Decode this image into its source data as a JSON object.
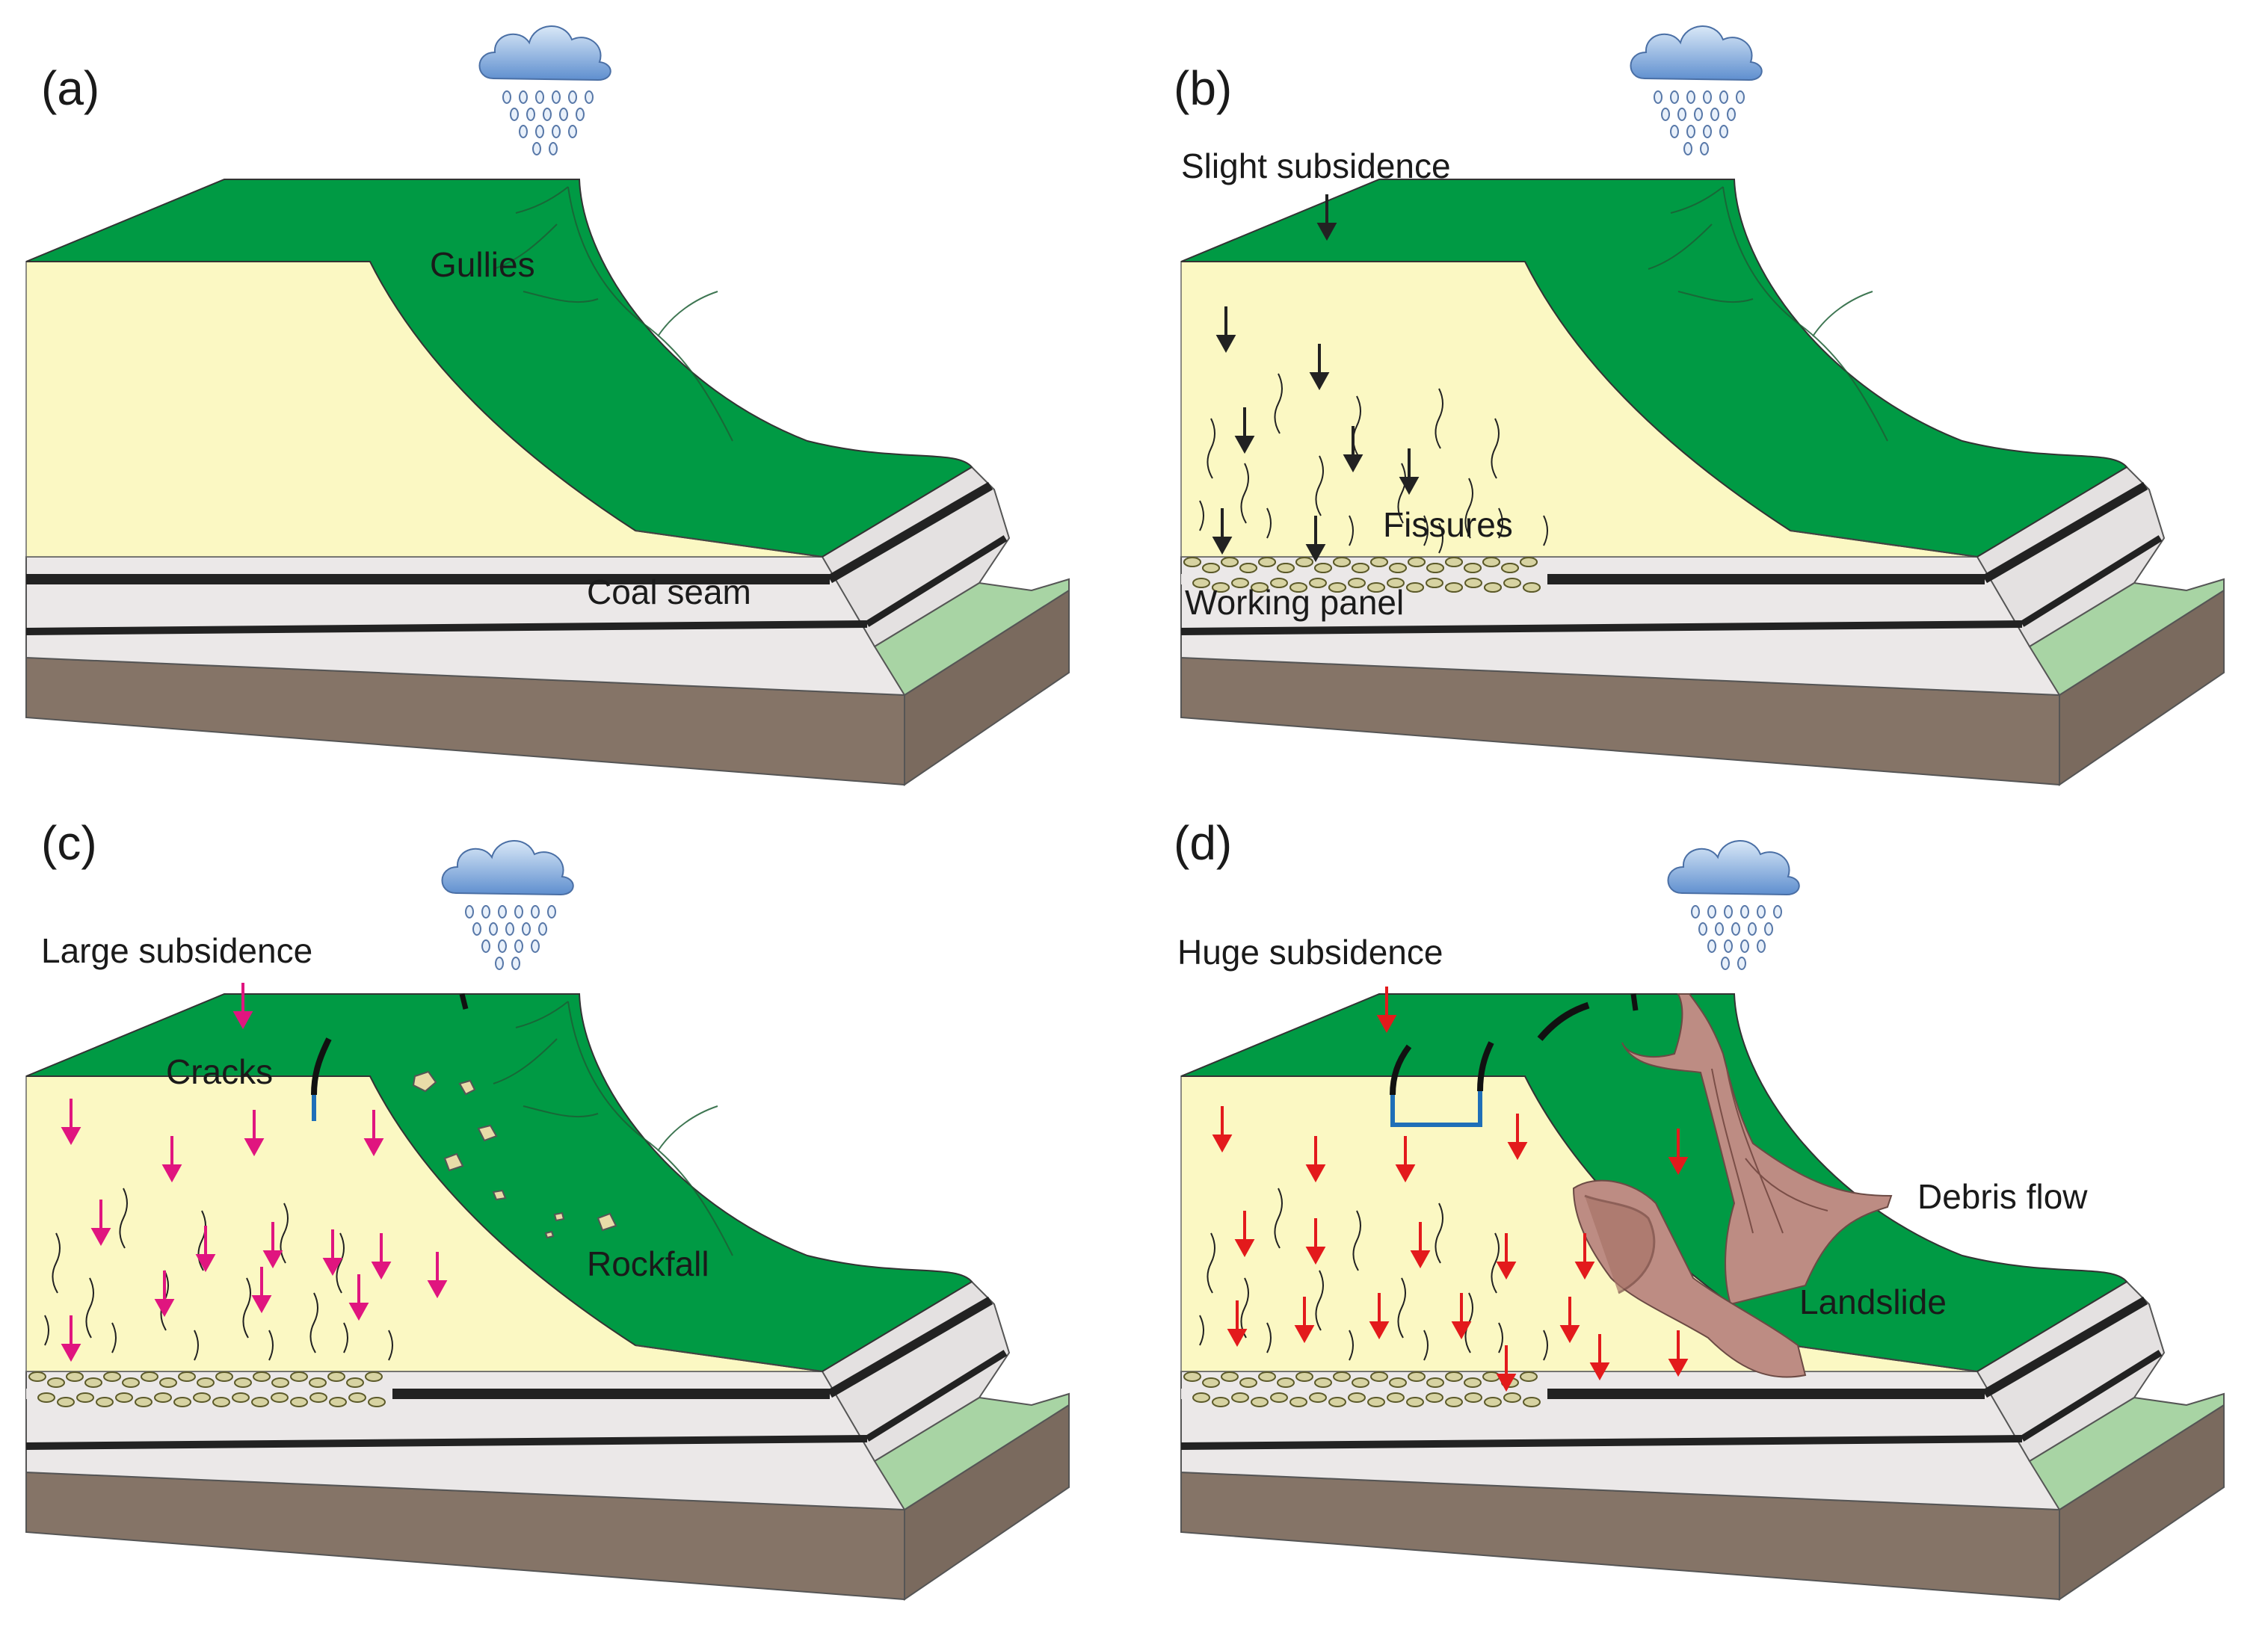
{
  "panels": [
    {
      "id": "a",
      "label": "(a)",
      "annotations": {
        "gullies": "Gullies",
        "coal_seam": "Coal seam"
      }
    },
    {
      "id": "b",
      "label": "(b)",
      "annotations": {
        "subsidence": "Slight subsidence",
        "fissures": "Fissures",
        "working_panel": "Working panel"
      }
    },
    {
      "id": "c",
      "label": "(c)",
      "annotations": {
        "subsidence": "Large subsidence",
        "cracks": "Cracks",
        "rockfall": "Rockfall"
      }
    },
    {
      "id": "d",
      "label": "(d)",
      "annotations": {
        "subsidence": "Huge subsidence",
        "debris_flow": "Debris flow",
        "landslide": "Landslide"
      }
    }
  ],
  "colors": {
    "vegetation": "#009a44",
    "loess": "#fbf8c3",
    "strata": "#ebe8e8",
    "coal": "#222222",
    "bedrock": "#857467",
    "valley_grass": "#a8d4a4",
    "arrows_b": "#222222",
    "arrows_c": "#e0157f",
    "arrows_d": "#e31a1c",
    "crack_water": "#1f6fb8",
    "landslide": "#bd8c83",
    "rain_cloud": "#7aa6d8"
  }
}
